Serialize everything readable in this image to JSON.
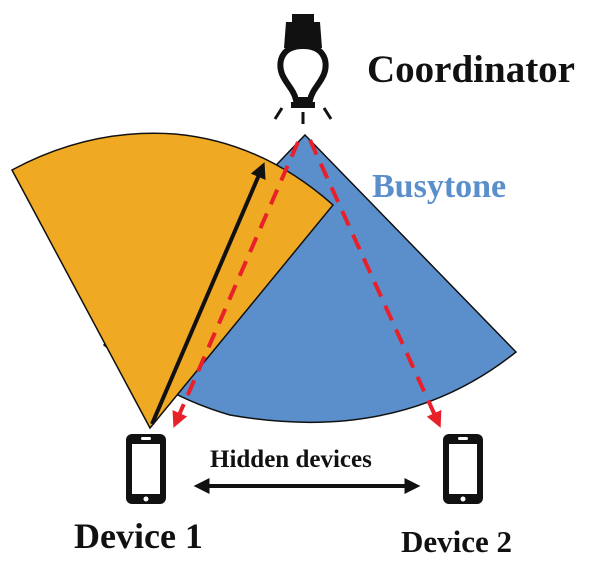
{
  "labels": {
    "coordinator": "Coordinator",
    "busytone": "Busytone",
    "hidden_devices": "Hidden devices",
    "device1": "Device 1",
    "device2": "Device 2"
  },
  "colors": {
    "busytone_fill": "#5b8fcb",
    "device1_sector_fill": "#f0a922",
    "signal_arrow": "#e8202a",
    "ink": "#111111",
    "busytone_text": "#5b8fcb"
  },
  "icons": {
    "coordinator": "light-bulb-icon",
    "device": "smartphone-icon"
  }
}
